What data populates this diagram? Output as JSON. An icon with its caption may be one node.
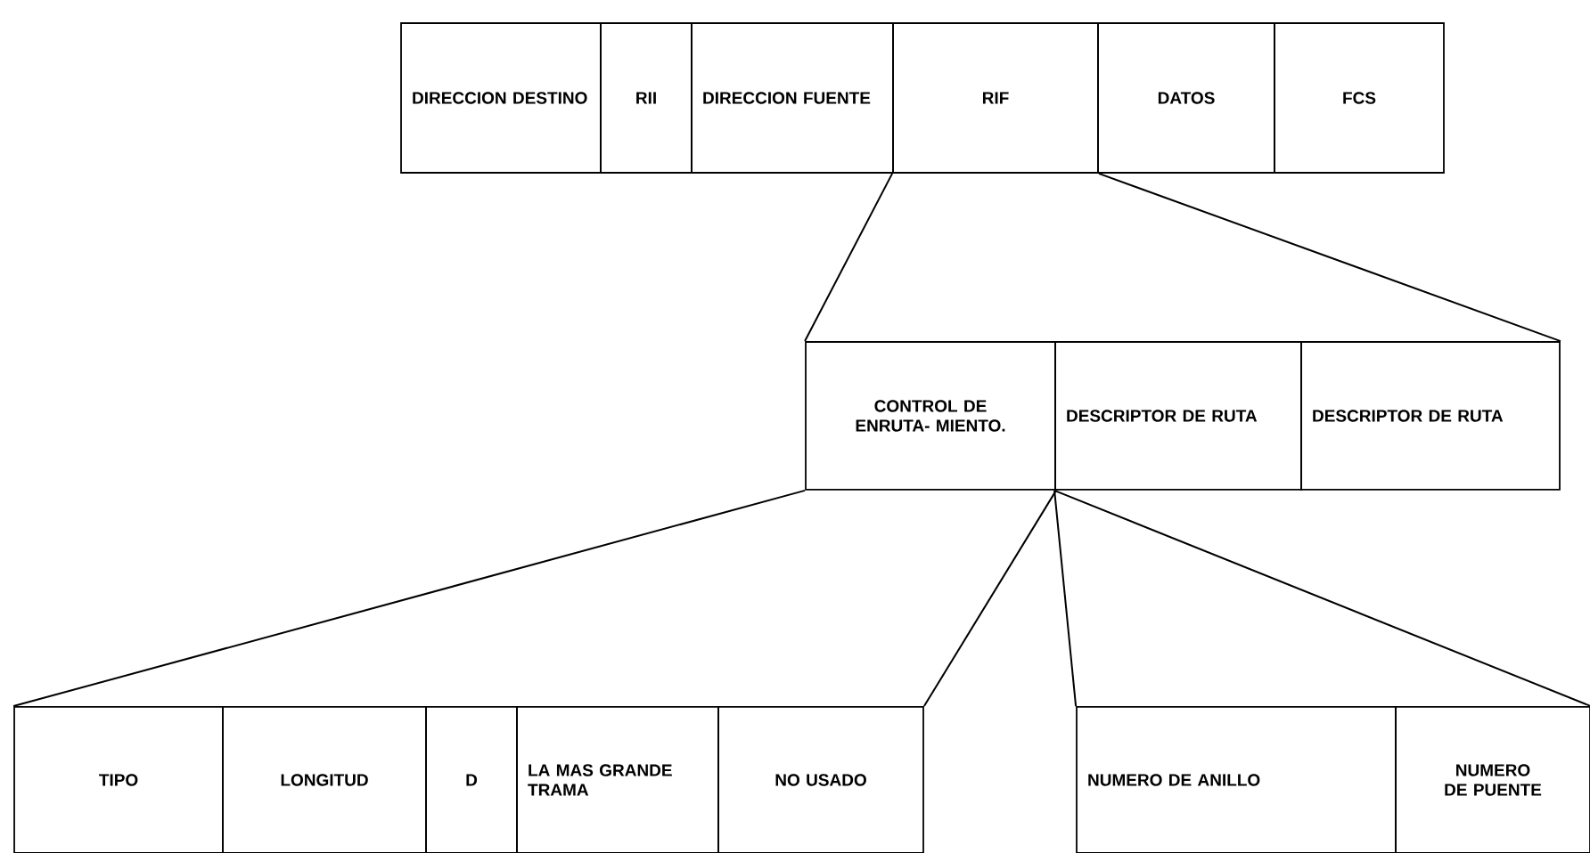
{
  "diagram": {
    "nodes": [
      {
        "text": [
          "DIRECCION DESTINO"
        ]
      },
      {
        "text": [
          "RII"
        ]
      },
      {
        "text": [
          "DIRECCION FUENTE"
        ]
      },
      {
        "text": [
          "RIF"
        ]
      },
      {
        "text": [
          "DATOS"
        ]
      },
      {
        "text": [
          "FCS"
        ]
      },
      {
        "text": [
          "CONTROL DE ENRUTA- MIENTO."
        ]
      },
      {
        "text": [
          "DESCRIPTOR DE RUTA"
        ]
      },
      {
        "text": [
          "DESCRIPTOR DE RUTA"
        ]
      },
      {
        "text": [
          "TIPO"
        ]
      },
      {
        "text": [
          "LONGITUD"
        ]
      },
      {
        "text": [
          "D"
        ]
      },
      {
        "text": [
          "LA MAS GRANDE TRAMA"
        ]
      },
      {
        "text": [
          "NO USADO"
        ]
      },
      {
        "text": [
          "NUMERO DE ANILLO"
        ]
      },
      {
        "text": [
          "NUMERO DE PUENTE"
        ]
      }
    ],
    "edges": [
      {
        "from": 3,
        "to": 6,
        "arrow": "none"
      },
      {
        "from": 3,
        "to": 8,
        "arrow": "none"
      },
      {
        "from": 6,
        "to": 9,
        "arrow": "none"
      },
      {
        "from": 6,
        "to": 13,
        "arrow": "none"
      },
      {
        "from": 7,
        "to": 14,
        "arrow": "none"
      },
      {
        "from": 7,
        "to": 15,
        "arrow": "none"
      }
    ]
  }
}
